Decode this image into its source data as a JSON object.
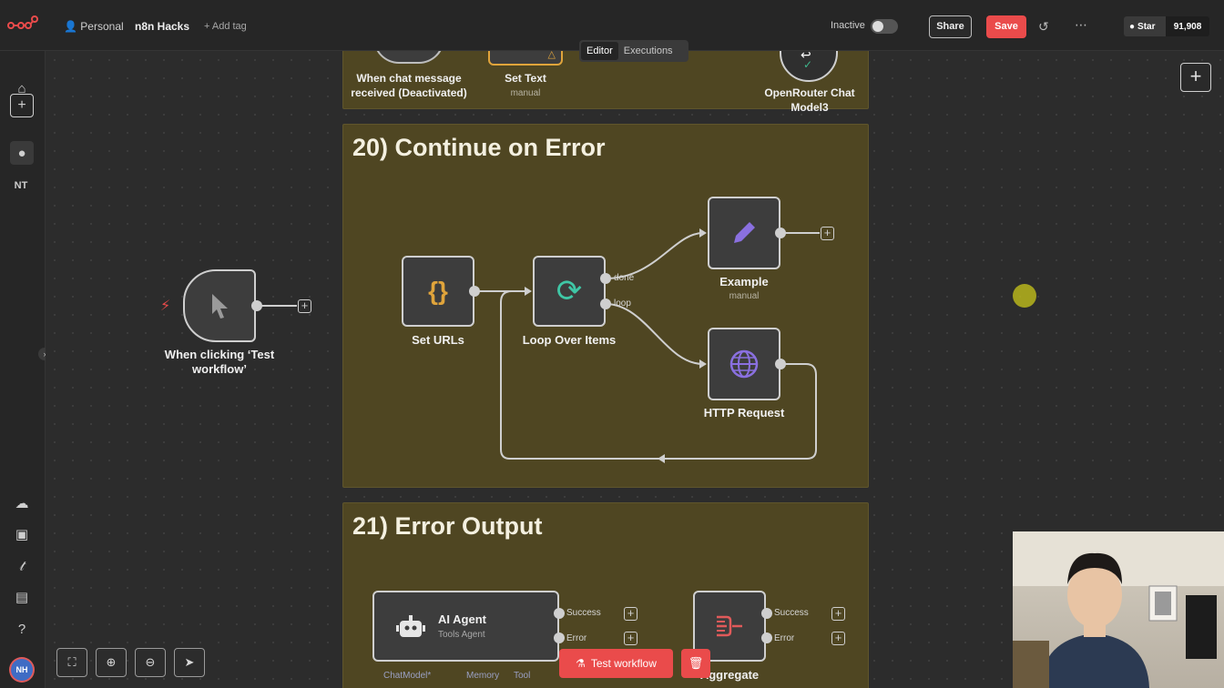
{
  "topbar": {
    "breadcrumb_project": "Personal",
    "workflow_name": "n8n Hacks",
    "add_tag": "+ Add tag",
    "tab_editor": "Editor",
    "tab_executions": "Executions",
    "status_label": "Inactive",
    "share_label": "Share",
    "save_label": "Save",
    "github_star_label": "Star",
    "github_star_count": "91,908"
  },
  "sidebar": {
    "user_initials_text": "NT",
    "avatar_initials": "NH"
  },
  "top_sticky": {
    "node1_label": "When chat message received (Deactivated)",
    "node2_label": "Set Text",
    "node2_sub": "manual",
    "node3_label": "OpenRouter Chat Model3"
  },
  "trigger": {
    "label": "When clicking ‘Test workflow’"
  },
  "sticky20": {
    "title": "20) Continue on Error",
    "set_urls_label": "Set URLs",
    "loop_label": "Loop Over Items",
    "port_done": "done",
    "port_loop": "loop",
    "example_label": "Example",
    "example_sub": "manual",
    "http_label": "HTTP Request"
  },
  "sticky21": {
    "title": "21) Error Output",
    "agent_label": "AI Agent",
    "agent_sub": "Tools Agent",
    "port_success": "Success",
    "port_error": "Error",
    "agent_port_success": "Success",
    "agent_port_error": "Error",
    "sub_chat": "ChatModel*",
    "sub_memory": "Memory",
    "sub_tool": "Tool",
    "aggregate_label": "Aggregate"
  },
  "footer": {
    "test_workflow_label": "Test workflow"
  },
  "colors": {
    "accent": "#ea4b4b",
    "sticky": "#4f4622",
    "canvas": "#2c2c2c"
  }
}
